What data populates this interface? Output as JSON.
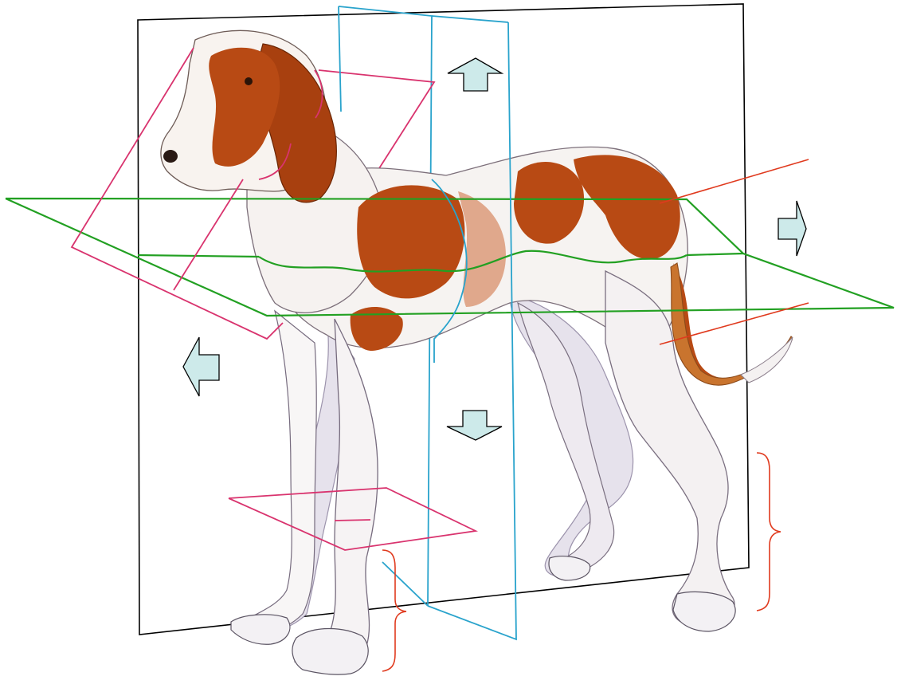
{
  "subject": "dog",
  "colors": {
    "median_plane": "#000000",
    "transverse_plane": "#29a3cc",
    "dorsal_plane": "#22a022",
    "oblique_planes": "#d9336e",
    "leader_lines": "#e03a1e",
    "arrows_fill": "#cdeaea",
    "arrows_stroke": "#000000",
    "coat_white": "#f7f5f3",
    "coat_shadow": "#d8d3e3",
    "coat_tan": "#b84a14",
    "coat_dark_tan": "#8f3006"
  },
  "arrow_directions": [
    "up",
    "right",
    "left",
    "down"
  ],
  "brackets": [
    "forefoot",
    "hindfoot"
  ]
}
